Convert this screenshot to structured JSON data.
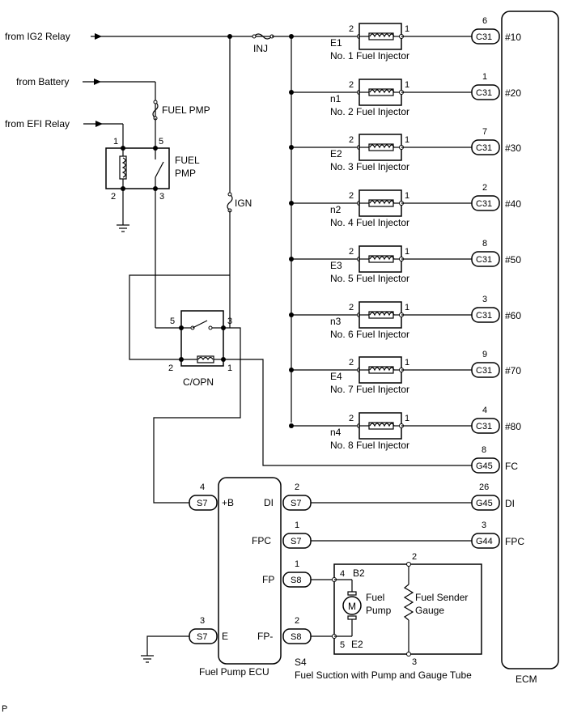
{
  "sources": {
    "ig2": "from IG2 Relay",
    "battery": "from Battery",
    "efi": "from EFI Relay"
  },
  "fuses": {
    "inj": "INJ",
    "fuel_pmp": "FUEL PMP",
    "ign": "IGN"
  },
  "fuel_pmp_relay": {
    "name_line1": "FUEL",
    "name_line2": "PMP",
    "pins": [
      "1",
      "5",
      "2",
      "3"
    ]
  },
  "copn_relay": {
    "name": "C/OPN",
    "pins": [
      "5",
      "3",
      "2",
      "1"
    ]
  },
  "injectors": [
    {
      "code": "E1",
      "name": "No. 1 Fuel Injector",
      "pin_in": "2",
      "pin_out": "1",
      "ecm_pin": "6",
      "connector": "C31",
      "terminal": "#10"
    },
    {
      "code": "n1",
      "name": "No. 2 Fuel Injector",
      "pin_in": "2",
      "pin_out": "1",
      "ecm_pin": "1",
      "connector": "C31",
      "terminal": "#20"
    },
    {
      "code": "E2",
      "name": "No. 3 Fuel Injector",
      "pin_in": "2",
      "pin_out": "1",
      "ecm_pin": "7",
      "connector": "C31",
      "terminal": "#30"
    },
    {
      "code": "n2",
      "name": "No. 4 Fuel Injector",
      "pin_in": "2",
      "pin_out": "1",
      "ecm_pin": "2",
      "connector": "C31",
      "terminal": "#40"
    },
    {
      "code": "E3",
      "name": "No. 5 Fuel Injector",
      "pin_in": "2",
      "pin_out": "1",
      "ecm_pin": "8",
      "connector": "C31",
      "terminal": "#50"
    },
    {
      "code": "n3",
      "name": "No. 6 Fuel Injector",
      "pin_in": "2",
      "pin_out": "1",
      "ecm_pin": "3",
      "connector": "C31",
      "terminal": "#60"
    },
    {
      "code": "E4",
      "name": "No. 7 Fuel Injector",
      "pin_in": "2",
      "pin_out": "1",
      "ecm_pin": "9",
      "connector": "C31",
      "terminal": "#70"
    },
    {
      "code": "n4",
      "name": "No. 8 Fuel Injector",
      "pin_in": "2",
      "pin_out": "1",
      "ecm_pin": "4",
      "connector": "C31",
      "terminal": "#80"
    }
  ],
  "ecm": {
    "name": "ECM",
    "fc": {
      "pin": "8",
      "connector": "G45",
      "terminal": "FC"
    },
    "di": {
      "pin": "26",
      "connector": "G45",
      "terminal": "DI"
    },
    "fpc": {
      "pin": "3",
      "connector": "G44",
      "terminal": "FPC"
    }
  },
  "fuel_pump_ecu": {
    "name": "Fuel Pump ECU",
    "plus_b": {
      "pin": "4",
      "connector": "S7",
      "terminal": "+B"
    },
    "e": {
      "pin": "3",
      "connector": "S7",
      "terminal": "E"
    },
    "di": {
      "pin": "2",
      "connector": "S7",
      "terminal": "DI"
    },
    "fpc": {
      "pin": "1",
      "connector": "S7",
      "terminal": "FPC"
    },
    "fp": {
      "pin": "1",
      "connector": "S8",
      "terminal": "FP"
    },
    "fpm": {
      "pin": "2",
      "connector": "S8",
      "terminal": "FP-"
    }
  },
  "pump_assembly": {
    "code": "S4",
    "name": "Fuel Suction with Pump and Gauge Tube",
    "pump_line1": "Fuel",
    "pump_line2": "Pump",
    "motor": "M",
    "gauge_line1": "Fuel Sender",
    "gauge_line2": "Gauge",
    "b2": "B2",
    "e2": "E2",
    "pin_b2": "4",
    "pin_e2": "5",
    "pin_top": "2",
    "pin_bottom": "3"
  },
  "corner_mark": "P"
}
